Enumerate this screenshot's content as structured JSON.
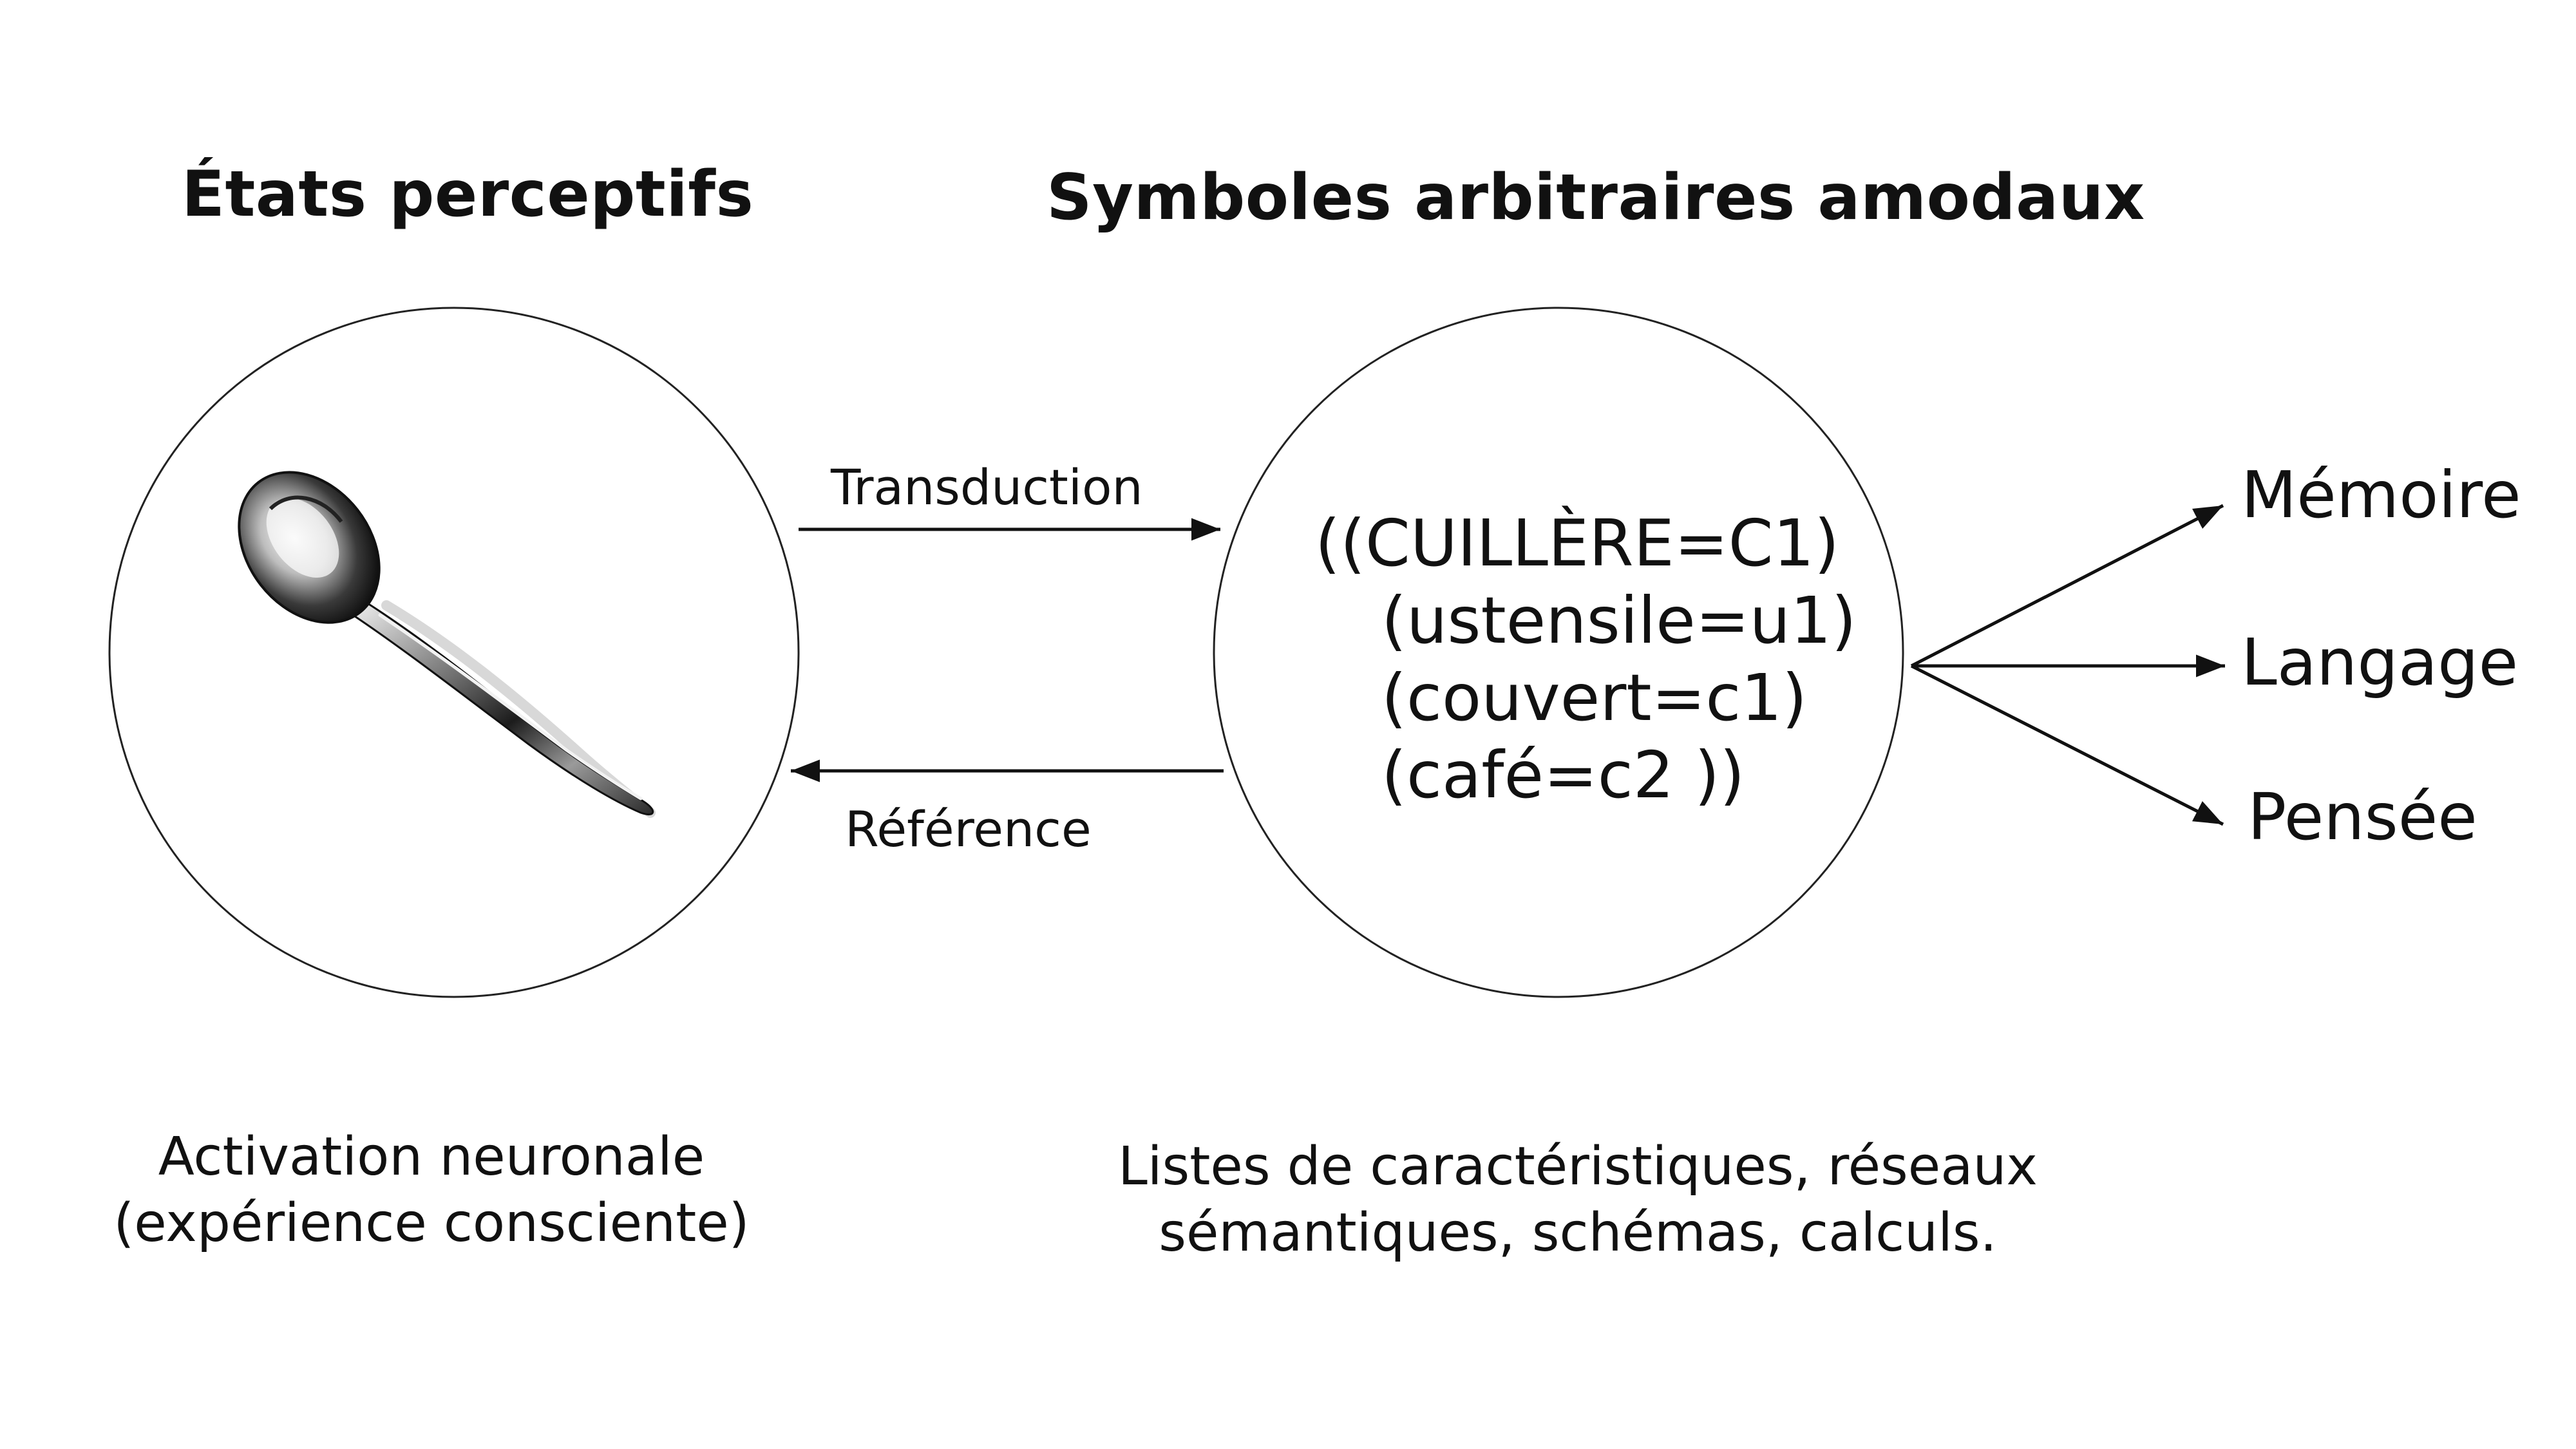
{
  "headings": {
    "left": "États perceptifs",
    "right": "Symboles arbitraires amodaux"
  },
  "left_node": {
    "image": "spoon-photo"
  },
  "arrows": {
    "top_label": "Transduction",
    "bottom_label": "Référence"
  },
  "symbols": {
    "lines": [
      "((CUILLÈRE=C1)",
      "(ustensile=u1)",
      "(couvert=c1)",
      "(café=c2 ))"
    ]
  },
  "targets": [
    "Mémoire",
    "Langage",
    "Pensée"
  ],
  "captions": {
    "left": [
      "Activation neuronale",
      "(expérience consciente)"
    ],
    "right": [
      "Listes de caractéristiques, réseaux",
      "sémantiques, schémas, calculs."
    ]
  }
}
